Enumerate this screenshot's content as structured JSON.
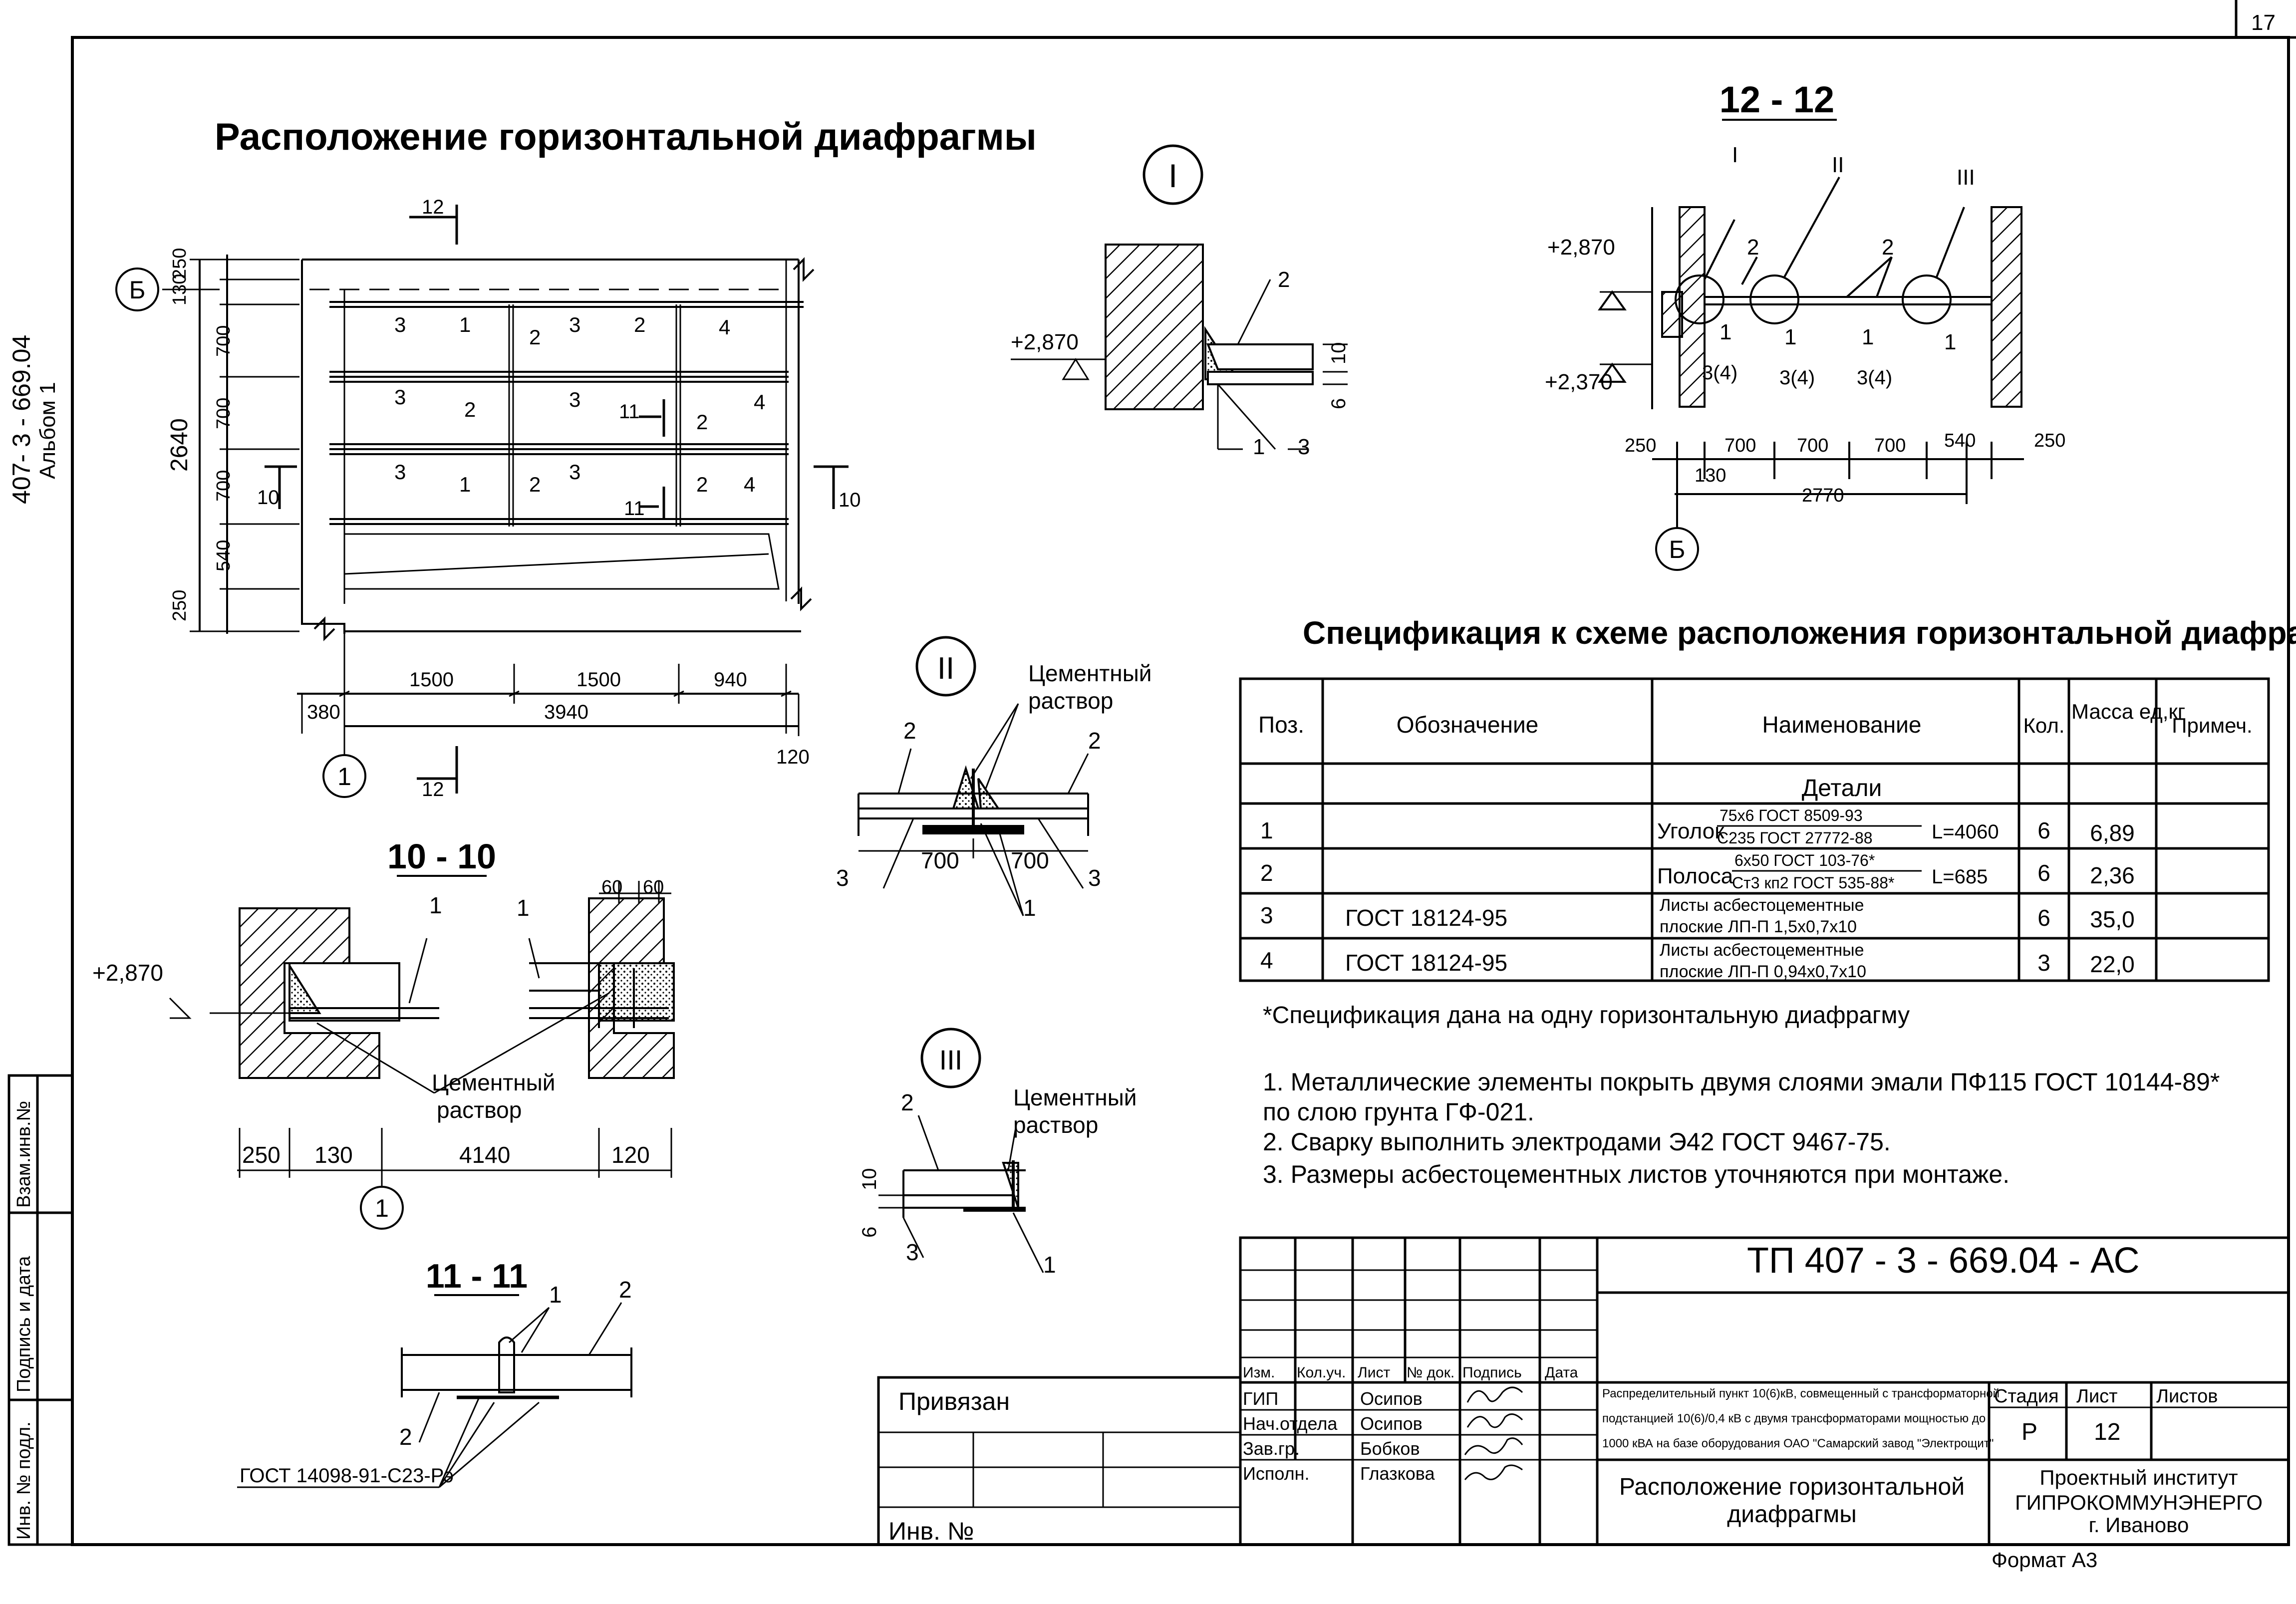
{
  "sheet_number": "17",
  "side_code": "407- 3 - 669.04",
  "album": "Альбом 1",
  "main_title": "Расположение горизонтальной диафрагмы",
  "plan": {
    "axis_b": "Б",
    "axis_1": "1",
    "cut_12": "12",
    "cut_10": "10",
    "cut_11": "11",
    "dims_left": [
      "250",
      "130",
      "700",
      "700",
      "700",
      "540",
      "250"
    ],
    "dim_total": "2640",
    "dims_bottom": [
      "1500",
      "1500",
      "940"
    ],
    "dim_380": "380",
    "dim_3940": "3940",
    "dim_120": "120",
    "pos_labels": [
      "3",
      "1",
      "2",
      "3",
      "2",
      "4",
      "3",
      "2",
      "3",
      "2",
      "4",
      "3",
      "1",
      "2",
      "3",
      "2",
      "4"
    ]
  },
  "node_I": {
    "title": "I",
    "elev": "+2,870",
    "labels": [
      "2",
      "10",
      "6",
      "1",
      "3"
    ]
  },
  "section_12": {
    "title": "12 - 12",
    "callouts": [
      "I",
      "II",
      "III"
    ],
    "elev_top": "+2,870",
    "elev_bot": "+2,370",
    "pos_labels": [
      "2",
      "2",
      "1",
      "1",
      "1",
      "1",
      "3(4)",
      "3(4)",
      "3(4)"
    ],
    "dims": [
      "250",
      "700",
      "700",
      "700",
      "540",
      "250"
    ],
    "dim_130": "130",
    "dim_total": "2770",
    "axis": "Б"
  },
  "node_II": {
    "title": "II",
    "note_line1": "Цементный",
    "note_line2": "раствор",
    "labels": [
      "2",
      "2",
      "3",
      "3",
      "1"
    ],
    "dims": [
      "700",
      "700"
    ]
  },
  "node_III": {
    "title": "III",
    "note_line1": "Цементный",
    "note_line2": "раствор",
    "labels": [
      "2",
      "10",
      "6",
      "3",
      "1"
    ]
  },
  "section_10": {
    "title": "10 - 10",
    "elev": "+2,870",
    "labels": [
      "1",
      "1"
    ],
    "dims_top": [
      "60",
      "60"
    ],
    "note_line1": "Цементный",
    "note_line2": "раствор",
    "dims": [
      "250",
      "130",
      "4140",
      "120"
    ],
    "axis": "1"
  },
  "section_11": {
    "title": "11 - 11",
    "labels": [
      "1",
      "2",
      "2"
    ],
    "gost": "ГОСТ 14098-91-С23-Рэ"
  },
  "spec": {
    "title": "Спецификация к схеме расположения горизонтальной диафрагмы",
    "headers": [
      "Поз.",
      "Обозначение",
      "Наименование",
      "Кол.",
      "Масса ед,кг",
      "Примеч."
    ],
    "group": "Детали",
    "rows": [
      {
        "pos": "1",
        "designation": "",
        "name_main": "Уголок",
        "name_top": "75x6 ГОСТ 8509-93",
        "name_bot": "С235 ГОСТ 27772-88",
        "length": "L=4060",
        "qty": "6",
        "mass": "6,89",
        "note": ""
      },
      {
        "pos": "2",
        "designation": "",
        "name_main": "Полоса",
        "name_top": "6x50 ГОСТ 103-76*",
        "name_bot": "Ст3 кп2 ГОСТ 535-88*",
        "length": "L=685",
        "qty": "6",
        "mass": "2,36",
        "note": ""
      },
      {
        "pos": "3",
        "designation": "ГОСТ 18124-95",
        "name_main": "Листы асбестоцементные",
        "name_top": "",
        "name_bot": "плоские ЛП-П 1,5x0,7x10",
        "length": "",
        "qty": "6",
        "mass": "35,0",
        "note": ""
      },
      {
        "pos": "4",
        "designation": "ГОСТ 18124-95",
        "name_main": "Листы асбестоцементные",
        "name_top": "",
        "name_bot": "плоские ЛП-П 0,94x0,7x10",
        "length": "",
        "qty": "3",
        "mass": "22,0",
        "note": ""
      }
    ],
    "footnote": "*Спецификация дана на одну горизонтальную диафрагму"
  },
  "notes": [
    "1. Металлические элементы покрыть двумя слоями эмали ПФ115 ГОСТ 10144-89*",
    "по слою грунта ГФ-021.",
    "2. Сварку выполнить электродами Э42 ГОСТ 9467-75.",
    "3. Размеры асбестоцементных листов уточняются при монтаже."
  ],
  "stamp": {
    "code": "ТП   407 - 3 - 669.04 - АС",
    "header_cols": [
      "Изм.",
      "Кол.уч.",
      "Лист",
      "№ док.",
      "Подпись",
      "Дата"
    ],
    "roles": [
      "ГИП",
      "Нач.отдела",
      "Зав.гр.",
      "Исполн."
    ],
    "names": [
      "Осипов",
      "Осипов",
      "Бобков",
      "Глазкова"
    ],
    "project_line1": "Распределительный пункт 10(6)кВ, совмещенный с трансформаторной",
    "project_line2": "подстанцией 10(6)/0,4 кВ с двумя трансформаторами мощностью до",
    "project_line3": "1000 кВА на базе оборудования ОАО \"Самарский завод \"Электрощит\"",
    "stage_hdr": "Стадия",
    "sheet_hdr": "Лист",
    "sheets_hdr": "Листов",
    "stage": "Р",
    "sheet": "12",
    "sheets": "",
    "drawing_title_1": "Расположение горизонтальной",
    "drawing_title_2": "диафрагмы",
    "org_1": "Проектный институт",
    "org_2": "ГИПРОКОММУНЭНЕРГО",
    "org_3": "г. Иваново",
    "format": "Формат А3"
  },
  "privyazan": "Привязан",
  "inv_no": "Инв. №",
  "side_stamp": [
    "Взам.инв.№",
    "Подпись и дата",
    "Инв. № подл."
  ]
}
